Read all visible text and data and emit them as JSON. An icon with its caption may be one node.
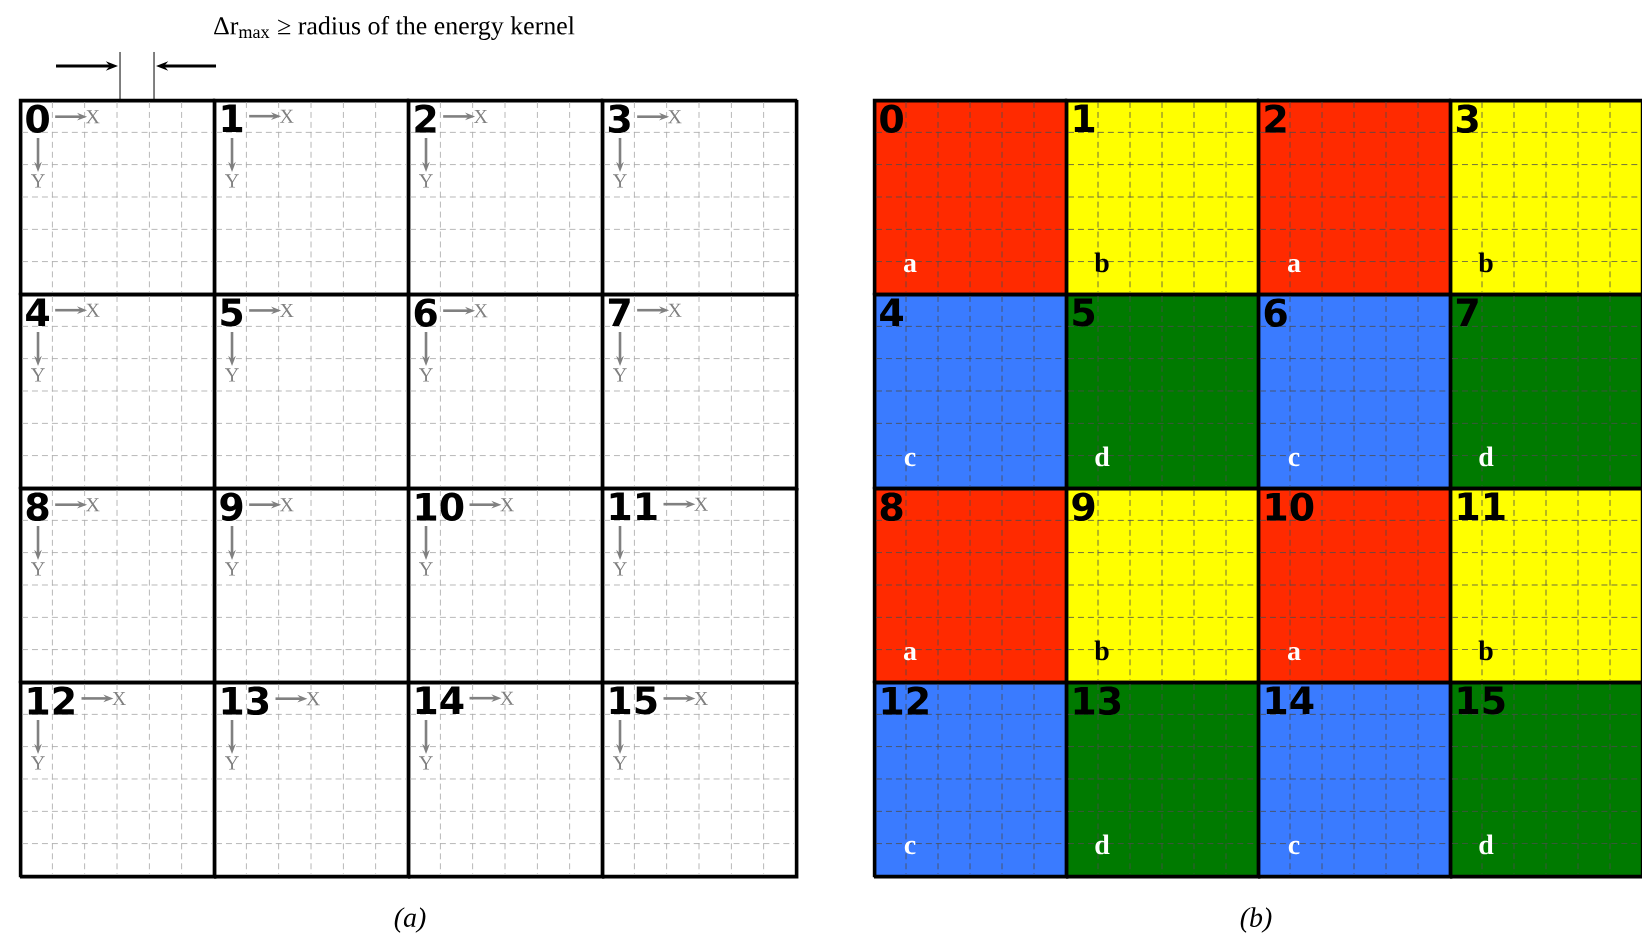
{
  "diagram": {
    "nodes": [
      {
        "text": [
          "0",
          "X",
          "Y"
        ]
      },
      {
        "text": [
          "1",
          "X",
          "Y"
        ]
      },
      {
        "text": [
          "2",
          "X",
          "Y"
        ]
      },
      {
        "text": [
          "3",
          "X",
          "Y"
        ]
      },
      {
        "text": [
          "4",
          "X",
          "Y"
        ]
      },
      {
        "text": [
          "5",
          "X",
          "Y"
        ]
      },
      {
        "text": [
          "6",
          "X",
          "Y"
        ]
      },
      {
        "text": [
          "7",
          "X",
          "Y"
        ]
      },
      {
        "text": [
          "8",
          "X",
          "Y"
        ]
      },
      {
        "text": [
          "9",
          "X",
          "Y"
        ]
      },
      {
        "text": [
          "10",
          "X",
          "Y"
        ]
      },
      {
        "text": [
          "11",
          "X",
          "Y"
        ]
      },
      {
        "text": [
          "12",
          "X",
          "Y"
        ]
      },
      {
        "text": [
          "13",
          "X",
          "Y"
        ]
      },
      {
        "text": [
          "14",
          "X",
          "Y"
        ]
      },
      {
        "text": [
          "15",
          "X",
          "Y"
        ]
      },
      {
        "text": [
          "0",
          "a"
        ]
      },
      {
        "text": [
          "1",
          "b"
        ]
      },
      {
        "text": [
          "2",
          "a"
        ]
      },
      {
        "text": [
          "3",
          "b"
        ]
      },
      {
        "text": [
          "4",
          "c"
        ]
      },
      {
        "text": [
          "5",
          "d"
        ]
      },
      {
        "text": [
          "6",
          "c"
        ]
      },
      {
        "text": [
          "7",
          "d"
        ]
      },
      {
        "text": [
          "8",
          "a"
        ]
      },
      {
        "text": [
          "9",
          "b"
        ]
      },
      {
        "text": [
          "10",
          "a"
        ]
      },
      {
        "text": [
          "11",
          "b"
        ]
      },
      {
        "text": [
          "12",
          "c"
        ]
      },
      {
        "text": [
          "13",
          "d"
        ]
      },
      {
        "text": [
          "14",
          "c"
        ]
      },
      {
        "text": [
          "15",
          "d"
        ]
      }
    ],
    "labels": [
      "Δr$_{max}$ ≥ radius of the energy kernel",
      "(a)",
      "(b)"
    ]
  }
}
